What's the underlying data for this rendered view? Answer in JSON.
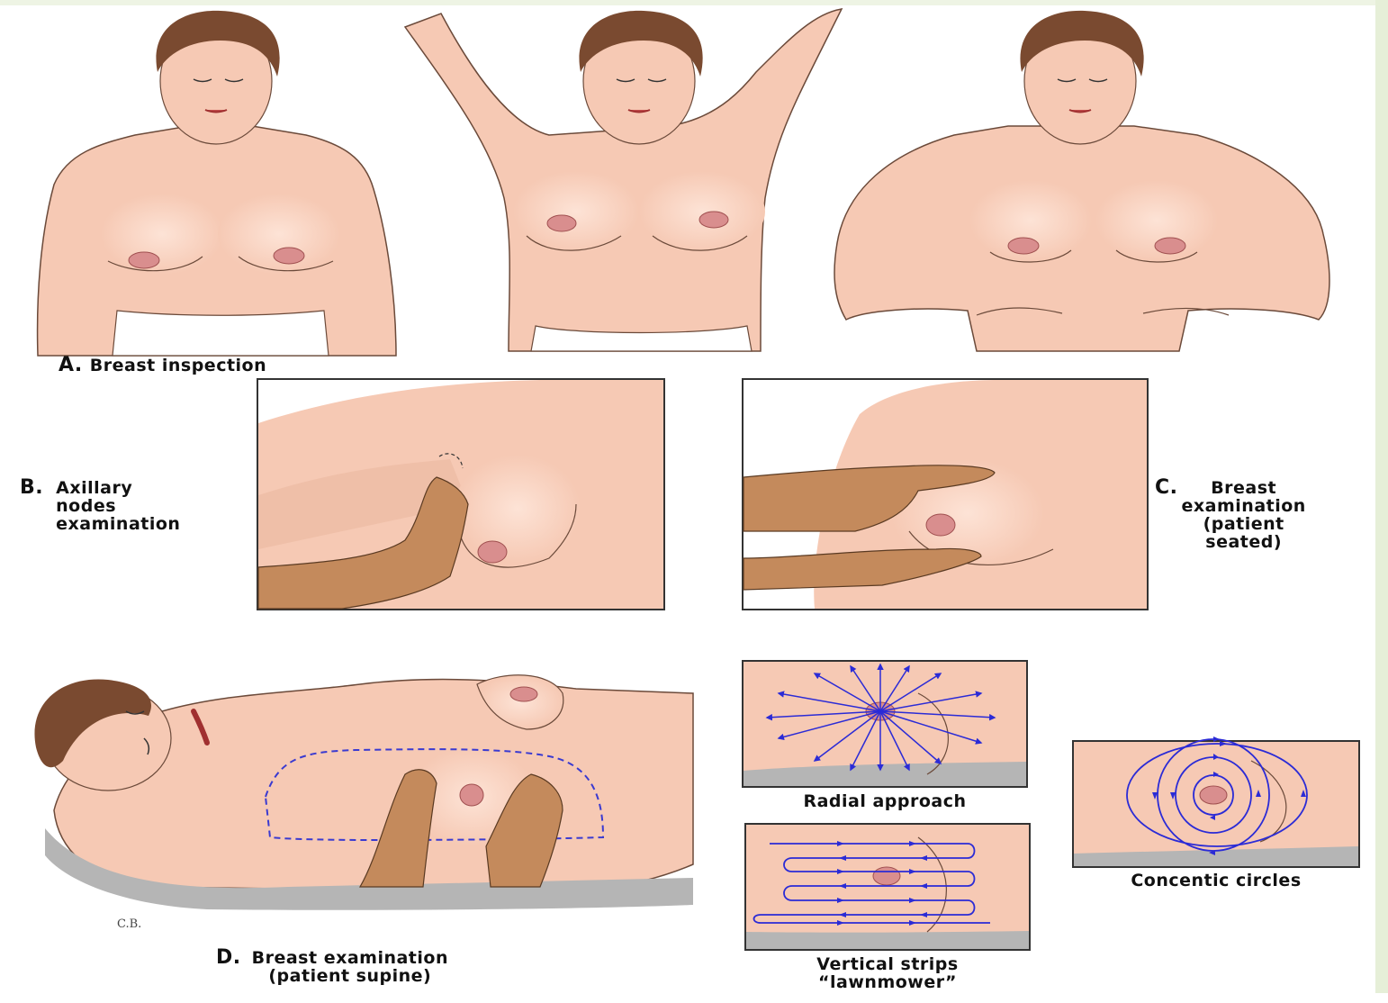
{
  "colors": {
    "skin": "#f6c9b4",
    "skin_shadow": "#eab19a",
    "hair": "#7a4a30",
    "examiner_skin": "#c48a5c",
    "arrow_blue": "#2b2bd6",
    "panel_border": "#333333",
    "table_gray": "#b5b5b5",
    "page_border": "#e6efd8"
  },
  "labels": {
    "a_letter": "A.",
    "a_text": "Breast inspection",
    "b_letter": "B.",
    "b_text": "Axillary\nnodes\nexamination",
    "c_letter": "C.",
    "c_text": "Breast\nexamination\n(patient\nseated)",
    "d_letter": "D.",
    "d_text": "Breast examination\n(patient supine)",
    "radial": "Radial approach",
    "vertical": "Vertical strips\n“lawnmower”",
    "concentric": "Concentic circles"
  }
}
